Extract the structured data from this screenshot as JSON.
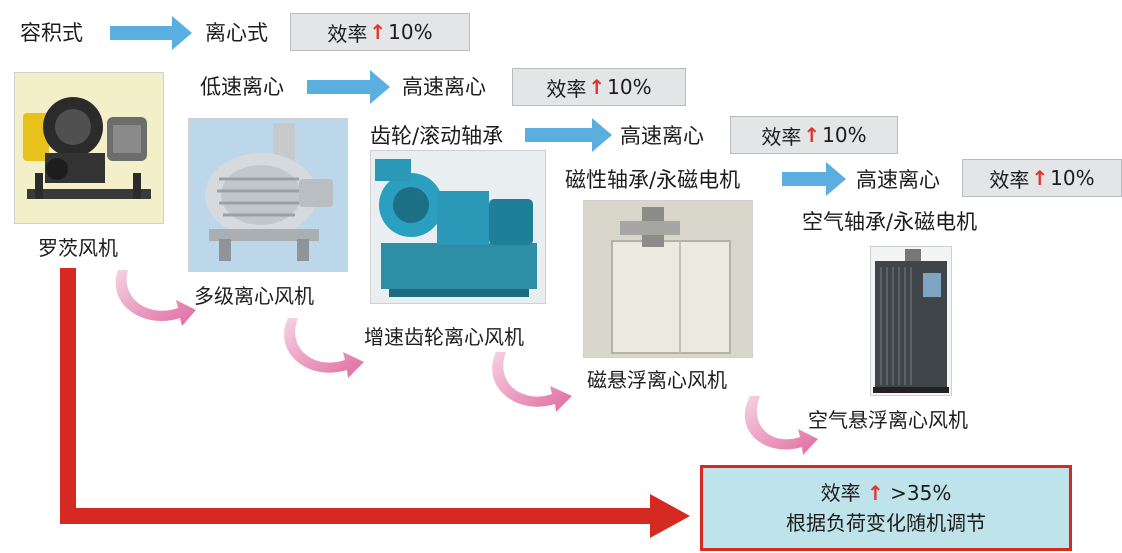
{
  "stages": [
    {
      "from": "容积式",
      "to": "离心式",
      "gain": "10%"
    },
    {
      "from": "低速离心",
      "to": "高速离心",
      "gain": "10%"
    },
    {
      "from": "齿轮/滚动轴承",
      "to": "高速离心",
      "gain": "10%"
    },
    {
      "from": "磁性轴承/永磁电机",
      "to": "高速离心",
      "gain": "10%"
    }
  ],
  "efficiency_label": "效率",
  "up_symbol": "↑",
  "air_bearing_label": "空气轴承/永磁电机",
  "machines": [
    {
      "name": "罗茨风机"
    },
    {
      "name": "多级离心风机"
    },
    {
      "name": "增速齿轮离心风机"
    },
    {
      "name": "磁悬浮离心风机"
    },
    {
      "name": "空气悬浮离心风机"
    }
  ],
  "final": {
    "gain": ">35%",
    "description": "根据负荷变化随机调节"
  },
  "colors": {
    "blue_arrow": "#5aaee0",
    "pink_arrow": "#e98bb5",
    "red_arrow": "#d52a22",
    "box_gray": "#e3e5e6",
    "final_box_fill": "#bfe3ea"
  }
}
